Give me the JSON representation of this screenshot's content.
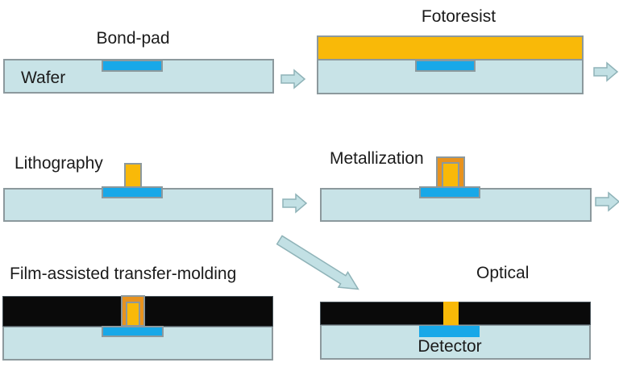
{
  "labels": {
    "bond_pad": "Bond-pad",
    "wafer": "Wafer",
    "fotoresist": "Fotoresist",
    "lithography": "Lithography",
    "metallization": "Metallization",
    "film_molding": "Film-assisted transfer-molding",
    "optical": "Optical",
    "detector": "Detector"
  },
  "icons": {
    "right_arrow": "⇨",
    "diagonal_arrow": "⬊"
  },
  "colors": {
    "wafer_fill": "#C8E3E7",
    "outline": "#8C999D",
    "bond_pad_blue": "#18A8E8",
    "resist_yellow": "#F9B908",
    "metal_orange": "#E8921E",
    "mold_black": "#0A0A0A",
    "arrow_fill": "#C2E0E4",
    "arrow_outline": "#8FB3B8"
  }
}
